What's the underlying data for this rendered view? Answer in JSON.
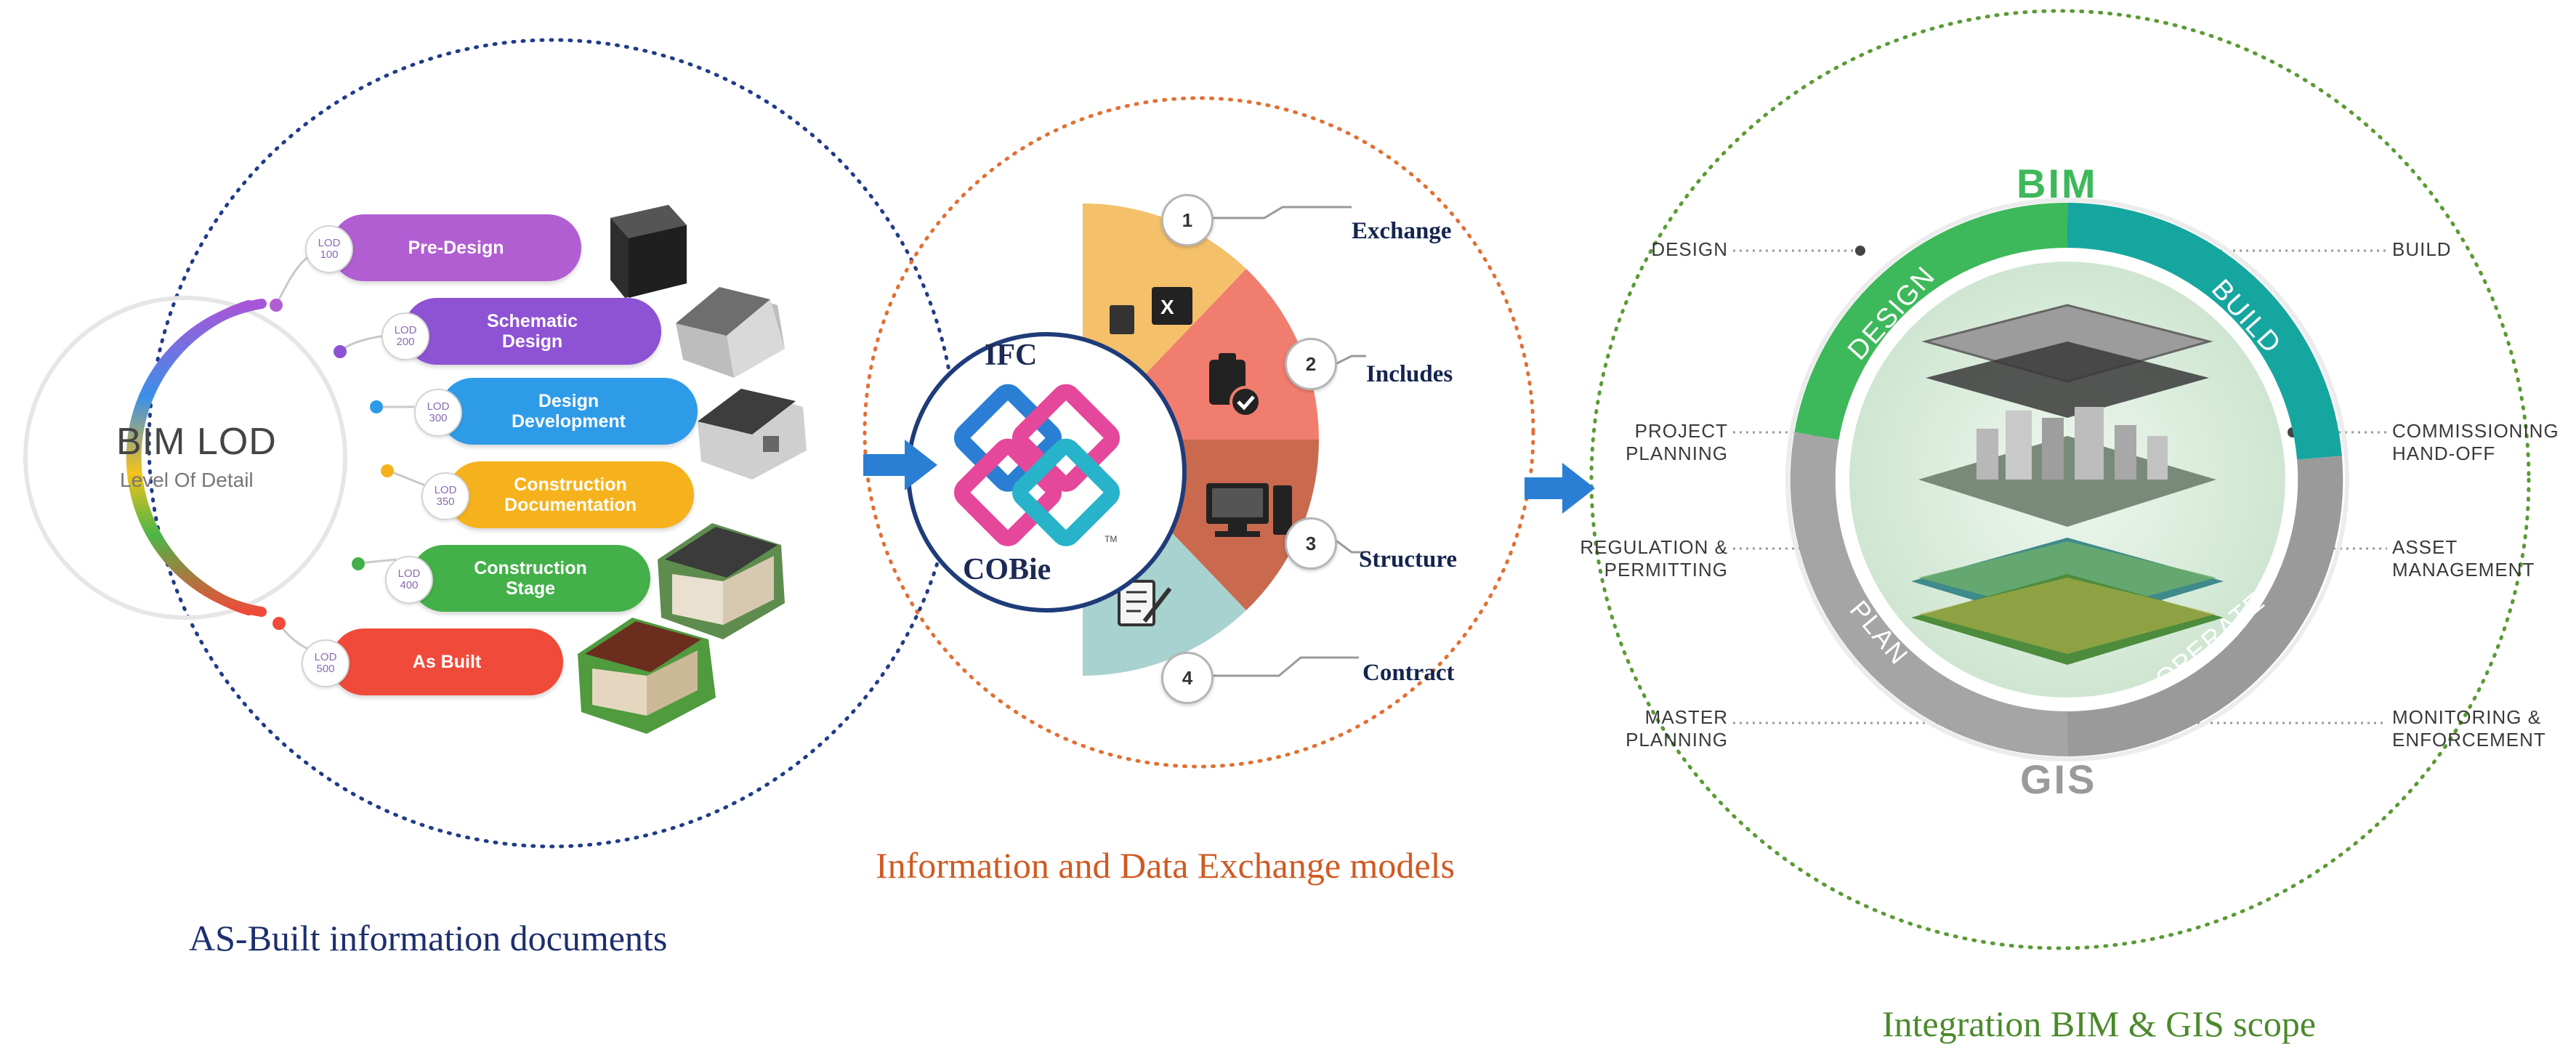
{
  "captions": {
    "as_built": "AS-Built information documents",
    "exchange_models": "Information and Data Exchange models",
    "integration": "Integration BIM & GIS scope"
  },
  "lod_panel": {
    "hub_title": "BIM LOD",
    "hub_subtitle": "Level Of Detail",
    "levels": [
      {
        "badge_top": "LOD",
        "badge_num": "100",
        "label": "Pre-Design",
        "color": "#b05ed2"
      },
      {
        "badge_top": "LOD",
        "badge_num": "200",
        "label": "Schematic Design",
        "color": "#8e52d4"
      },
      {
        "badge_top": "LOD",
        "badge_num": "300",
        "label": "Design Development",
        "color": "#2e9be8"
      },
      {
        "badge_top": "LOD",
        "badge_num": "350",
        "label": "Construction Documentation",
        "color": "#f6b21d"
      },
      {
        "badge_top": "LOD",
        "badge_num": "400",
        "label": "Construction Stage",
        "color": "#43b04a"
      },
      {
        "badge_top": "LOD",
        "badge_num": "500",
        "label": "As Built",
        "color": "#f04a3a"
      }
    ]
  },
  "exchange_panel": {
    "ifc_label": "IFC",
    "cobie_label": "COBie",
    "tm_mark": "TM",
    "steps": [
      {
        "num": "1",
        "label": "Exchange",
        "color": "#f4c06a"
      },
      {
        "num": "2",
        "label": "Includes",
        "color": "#f07d6e"
      },
      {
        "num": "3",
        "label": "Structure",
        "color": "#c96a4e"
      },
      {
        "num": "4",
        "label": "Contract",
        "color": "#a8d2cf"
      }
    ]
  },
  "bim_gis_panel": {
    "top_label": "BIM",
    "bottom_label": "GIS",
    "ring_segments": [
      "DESIGN",
      "BUILD",
      "OPERATE",
      "PLAN"
    ],
    "left_labels": [
      [
        "DESIGN"
      ],
      [
        "PROJECT",
        "PLANNING"
      ],
      [
        "REGULATION &",
        "PERMITTING"
      ],
      [
        "MASTER",
        "PLANNING"
      ]
    ],
    "right_labels": [
      [
        "BUILD"
      ],
      [
        "COMMISSIONING",
        "HAND-OFF"
      ],
      [
        "ASSET",
        "MANAGEMENT"
      ],
      [
        "MONITORING &",
        "ENFORCEMENT"
      ]
    ]
  },
  "colors": {
    "left_circle": "#1f3c88",
    "mid_circle": "#e07034",
    "right_circle": "#5a9a34",
    "ifc_circle": "#1f3c7a",
    "arrow": "#2a7fd4",
    "bim_green": "#3db85a",
    "bim_teal": "#16a6a0",
    "gis_gray": "#9a9a9a"
  }
}
